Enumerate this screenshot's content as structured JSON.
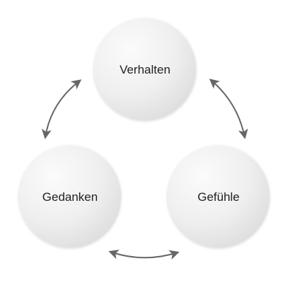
{
  "diagram": {
    "nodes": [
      {
        "id": "verhalten",
        "label": "Verhalten"
      },
      {
        "id": "gedanken",
        "label": "Gedanken"
      },
      {
        "id": "gefuehle",
        "label": "Gefühle"
      }
    ],
    "edges": [
      {
        "from": "gedanken",
        "to": "verhalten",
        "bidirectional": true
      },
      {
        "from": "verhalten",
        "to": "gefuehle",
        "bidirectional": true
      },
      {
        "from": "gedanken",
        "to": "gefuehle",
        "bidirectional": true
      }
    ],
    "colors": {
      "node_fill_light": "#fafafa",
      "node_fill_dark": "#e2e2e2",
      "arrow": "#666666",
      "label": "#222222"
    }
  }
}
